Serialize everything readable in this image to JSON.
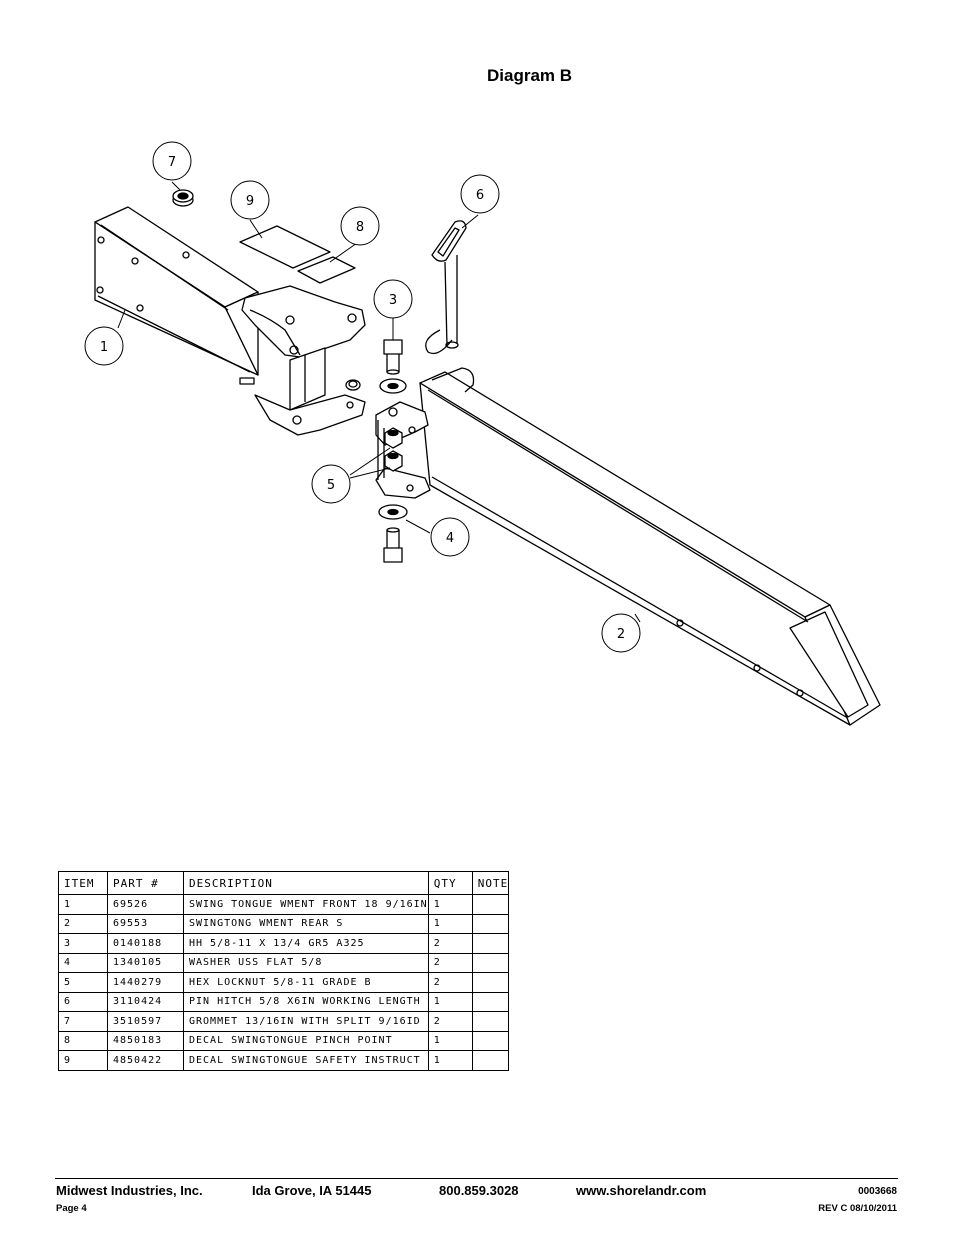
{
  "header": {
    "title": "Diagram B"
  },
  "diagram": {
    "callouts": [
      "7",
      "9",
      "8",
      "6",
      "3",
      "1",
      "5",
      "4",
      "2"
    ]
  },
  "parts_table": {
    "headers": {
      "item": "ITEM",
      "part": "PART #",
      "description": "DESCRIPTION",
      "qty": "QTY",
      "note": "NOTE"
    },
    "rows": [
      {
        "item": "1",
        "part": "69526",
        "description": "SWING TONGUE WMENT FRONT 18 9/16IN",
        "qty": "1",
        "note": ""
      },
      {
        "item": "2",
        "part": "69553",
        "description": "SWINGTONG WMENT REAR S",
        "qty": "1",
        "note": ""
      },
      {
        "item": "3",
        "part": "0140188",
        "description": "HH 5/8-11 X 13/4  GR5 A325",
        "qty": "2",
        "note": ""
      },
      {
        "item": "4",
        "part": "1340105",
        "description": "WASHER USS FLAT 5/8",
        "qty": "2",
        "note": ""
      },
      {
        "item": "5",
        "part": "1440279",
        "description": "HEX LOCKNUT 5/8-11 GRADE B",
        "qty": "2",
        "note": ""
      },
      {
        "item": "6",
        "part": "3110424",
        "description": "PIN HITCH 5/8 X6IN WORKING LENGTH",
        "qty": "1",
        "note": ""
      },
      {
        "item": "7",
        "part": "3510597",
        "description": "GROMMET 13/16IN  WITH SPLIT 9/16ID",
        "qty": "2",
        "note": ""
      },
      {
        "item": "8",
        "part": "4850183",
        "description": "DECAL SWINGTONGUE PINCH POINT",
        "qty": "1",
        "note": ""
      },
      {
        "item": "9",
        "part": "4850422",
        "description": "DECAL SWINGTONGUE SAFETY INSTRUCT",
        "qty": "1",
        "note": ""
      }
    ]
  },
  "footer": {
    "company": "Midwest Industries, Inc.",
    "location": "Ida Grove, IA  51445",
    "phone": "800.859.3028",
    "website": "www.shorelandr.com",
    "doc_number": "0003668",
    "page": "Page 4",
    "revision": "REV C  08/10/2011"
  }
}
